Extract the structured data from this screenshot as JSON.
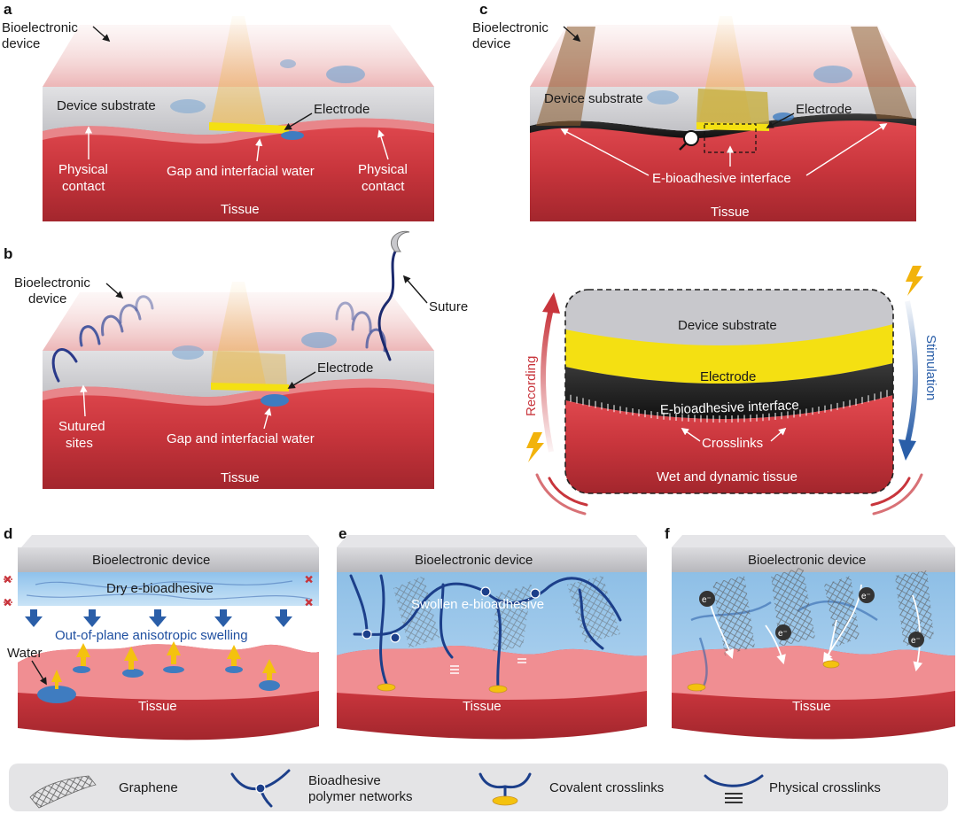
{
  "panels": {
    "a": "a",
    "b": "b",
    "c": "c",
    "d": "d",
    "e": "e",
    "f": "f"
  },
  "panel_a": {
    "device": "Bioelectronic",
    "device2": "device",
    "substrate": "Device substrate",
    "electrode": "Electrode",
    "contact_l1": "Physical",
    "contact_l2": "contact",
    "contact_r1": "Physical",
    "contact_r2": "contact",
    "gap": "Gap and interfacial water",
    "tissue": "Tissue"
  },
  "panel_b": {
    "device": "Bioelectronic",
    "device2": "device",
    "suture": "Suture",
    "electrode": "Electrode",
    "sutured1": "Sutured",
    "sutured2": "sites",
    "gap": "Gap and interfacial water",
    "tissue": "Tissue"
  },
  "panel_c": {
    "device": "Bioelectronic",
    "device2": "device",
    "substrate": "Device substrate",
    "electrode": "Electrode",
    "interface": "E-bioadhesive interface",
    "tissue": "Tissue"
  },
  "panel_c_zoom": {
    "substrate": "Device substrate",
    "electrode": "Electrode",
    "interface": "E-bioadhesive interface",
    "crosslinks": "Crosslinks",
    "tissue": "Wet and dynamic tissue",
    "recording": "Recording",
    "stimulation": "Stimulation"
  },
  "panel_d": {
    "device": "Bioelectronic device",
    "dry": "Dry e-bioadhesive",
    "swelling": "Out-of-plane anisotropic swelling",
    "water": "Water",
    "tissue": "Tissue"
  },
  "panel_e": {
    "device": "Bioelectronic device",
    "swollen": "Swollen e-bioadhesive",
    "tissue": "Tissue"
  },
  "panel_f": {
    "device": "Bioelectronic device",
    "electron": "e⁻",
    "tissue": "Tissue"
  },
  "legend": {
    "graphene": "Graphene",
    "network1": "Bioadhesive",
    "network2": "polymer networks",
    "covalent": "Covalent crosslinks",
    "physical": "Physical crosslinks"
  },
  "colors": {
    "tissue": "#c8353c",
    "tissue_dark": "#a3262d",
    "tissue_top": "#e8868a",
    "electrode": "#f4e012",
    "substrate": "#c8c8cc",
    "hydrogel": "#9cc4e6",
    "network": "#1c3f8a",
    "recording": "#c8353c",
    "stimulation": "#2a5ea8"
  }
}
